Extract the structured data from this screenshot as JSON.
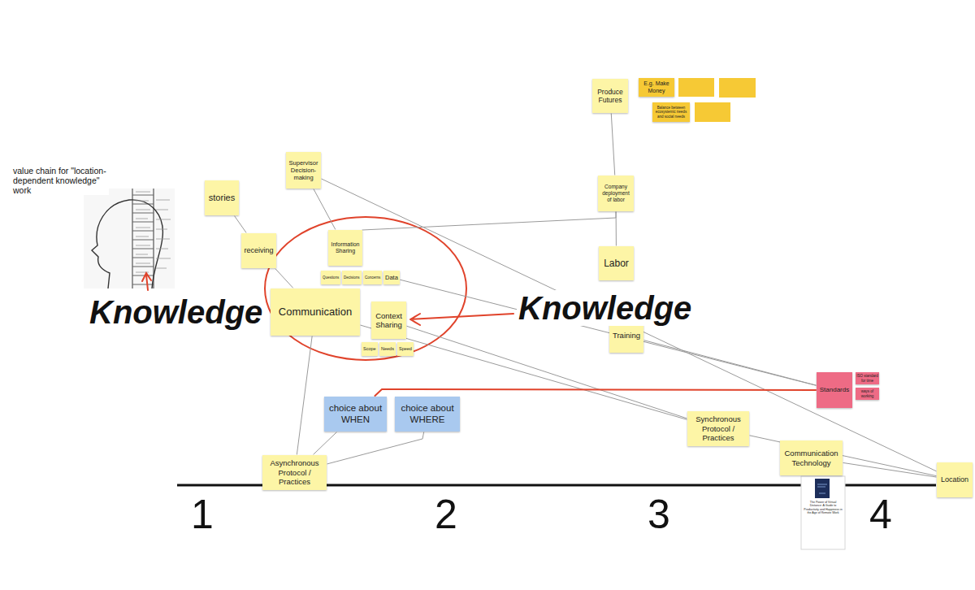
{
  "diagram": {
    "nodes": [
      {
        "text": [
          "Produce Futures"
        ]
      },
      {
        "text": [
          "E.g. Make Money"
        ]
      },
      {
        "text": [
          "Balance between ecosystemic needs and social needs"
        ]
      },
      {
        "text": [
          "Supervisor Decision-making"
        ]
      },
      {
        "text": [
          "stories"
        ]
      },
      {
        "text": [
          "Company deployment of labor"
        ]
      },
      {
        "text": [
          "Information Sharing"
        ]
      },
      {
        "text": [
          "receiving"
        ]
      },
      {
        "text": [
          "Labor"
        ]
      },
      {
        "text": [
          "Questions"
        ]
      },
      {
        "text": [
          "Decisions"
        ]
      },
      {
        "text": [
          "Concerns"
        ]
      },
      {
        "text": [
          "Data"
        ]
      },
      {
        "text": [
          "Communication"
        ]
      },
      {
        "text": [
          "Context Sharing"
        ]
      },
      {
        "text": [
          "Training"
        ]
      },
      {
        "text": [
          "Scope"
        ]
      },
      {
        "text": [
          "Needs"
        ]
      },
      {
        "text": [
          "Speed"
        ]
      },
      {
        "text": [
          "Standards"
        ]
      },
      {
        "text": [
          "ISO standard for time"
        ]
      },
      {
        "text": [
          "ways of working"
        ]
      },
      {
        "text": [
          "choice about WHEN"
        ]
      },
      {
        "text": [
          "choice about WHERE"
        ]
      },
      {
        "text": [
          "Synchronous Protocol / Practices"
        ]
      },
      {
        "text": [
          "Communication Technology"
        ]
      },
      {
        "text": [
          "Asynchronous Protocol / Practices"
        ]
      },
      {
        "text": [
          "Location"
        ]
      },
      {
        "text": [
          "The Power of Virtual Distance: A Guide to Productivity and Happiness in the Age of Remote Work"
        ]
      }
    ],
    "edges": [
      {
        "from": 0,
        "to": 5,
        "arrow": "none"
      },
      {
        "from": 5,
        "to": 8,
        "arrow": "none"
      },
      {
        "from": 5,
        "to": 6,
        "arrow": "none"
      },
      {
        "from": 4,
        "to": 7,
        "arrow": "none"
      },
      {
        "from": 3,
        "to": 6,
        "arrow": "none"
      },
      {
        "from": 7,
        "to": 13,
        "arrow": "none"
      },
      {
        "from": 3,
        "to": 27,
        "arrow": "none"
      },
      {
        "from": 12,
        "to": 19,
        "arrow": "none"
      },
      {
        "from": 13,
        "to": 26,
        "arrow": "none"
      },
      {
        "from": 13,
        "to": 24,
        "arrow": "none"
      },
      {
        "from": 14,
        "to": 24,
        "arrow": "none"
      },
      {
        "from": 22,
        "to": 26,
        "arrow": "none"
      },
      {
        "from": 23,
        "to": 26,
        "arrow": "none"
      },
      {
        "from": 15,
        "to": 19,
        "arrow": "none"
      },
      {
        "from": 24,
        "to": 27,
        "arrow": "none"
      },
      {
        "from": 25,
        "to": 27,
        "arrow": "none"
      },
      {
        "from": 19,
        "to": 22,
        "arrow": "none"
      }
    ],
    "labels": [
      "value chain for \"location-dependent knowledge\" work",
      "Knowledge",
      "Knowledge",
      "1",
      "2",
      "3",
      "4"
    ]
  }
}
